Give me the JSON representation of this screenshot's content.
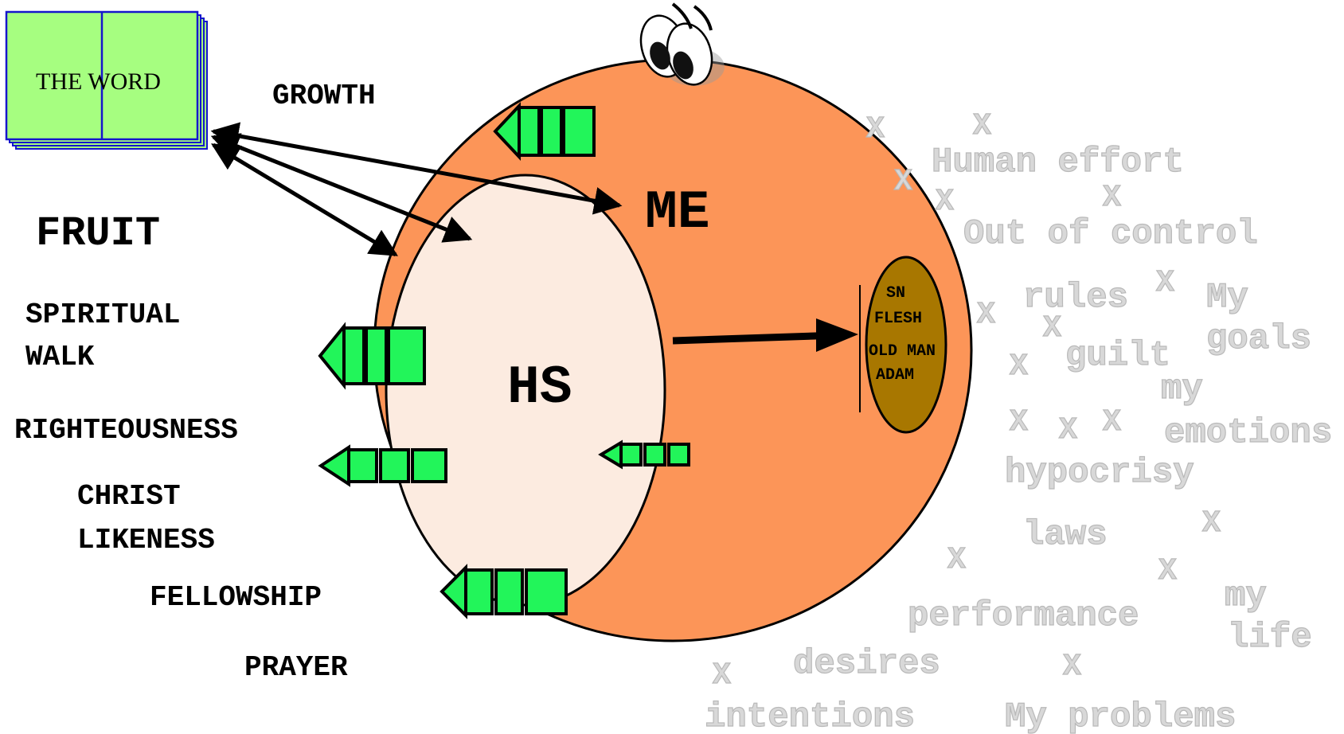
{
  "book": {
    "label": "THE WORD"
  },
  "circles": {
    "me": "ME",
    "hs": "HS"
  },
  "sin_nature": {
    "line1": "SN",
    "line2": "FLESH",
    "line3": "OLD MAN",
    "line4": "ADAM"
  },
  "left_labels": {
    "growth": "GROWTH",
    "fruit": "FRUIT",
    "spiritual": "SPIRITUAL",
    "walk": "WALK",
    "righteousness": "RIGHTEOUSNESS",
    "christ": "CHRIST",
    "likeness": "LIKENESS",
    "fellowship": "FELLOWSHIP",
    "prayer": "PRAYER"
  },
  "right_words": {
    "human_effort": "Human effort",
    "out_of_control": "Out of control",
    "rules": "rules",
    "my": "My",
    "goals": "goals",
    "guilt": "guilt",
    "my_lower": "my",
    "emotions": "emotions",
    "hypocrisy": "hypocrisy",
    "laws": "laws",
    "performance": "performance",
    "my_life_1": "my",
    "life": "life",
    "desires": "desires",
    "intentions": "intentions",
    "my_problems": "My problems",
    "x_mark": "X"
  },
  "colors": {
    "me_circle": "#fc9558",
    "hs_circle": "#fcebe0",
    "sin_oval": "#a87700",
    "arrow_green": "#22f55a",
    "book_green": "#a6fe80",
    "book_blue": "#1515cc",
    "gray_text": "#d8d8d8"
  }
}
